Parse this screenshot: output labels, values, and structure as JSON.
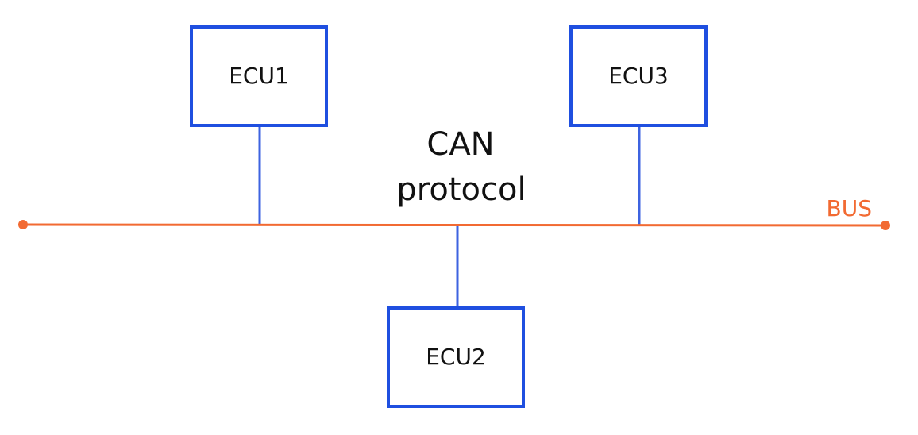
{
  "colors": {
    "bus": "#f26a32",
    "ecu_border": "#1f4fe0",
    "connector": "#3d63e0",
    "text": "#111111"
  },
  "diagram": {
    "title_line1": "CAN",
    "title_line2": "protocol",
    "bus_label": "BUS",
    "nodes": [
      {
        "label": "ECU1"
      },
      {
        "label": "ECU2"
      },
      {
        "label": "ECU3"
      }
    ]
  }
}
